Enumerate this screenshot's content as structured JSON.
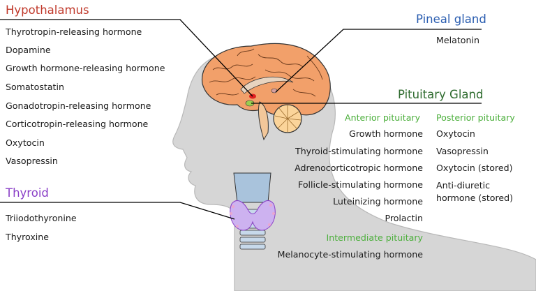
{
  "hypothalamus": {
    "title": "Hypothalamus",
    "color": "#c0392b",
    "hormones": [
      "Thyrotropin-releasing hormone",
      "Dopamine",
      "Growth hormone-releasing hormone",
      "Somatostatin",
      "Gonadotropin-releasing hormone",
      "Corticotropin-releasing hormone",
      "Oxytocin",
      "Vasopressin"
    ]
  },
  "pineal": {
    "title": "Pineal gland",
    "color": "#2a5db0",
    "hormones": [
      "Melatonin"
    ]
  },
  "pituitary": {
    "title": "Pituitary Gland",
    "color": "#2e6b2e",
    "anterior": {
      "title": "Anterior pituitary",
      "hormones": [
        "Growth hormone",
        "Thyroid-stimulating hormone",
        "Adrenocorticotropic hormone",
        "Follicle-stimulating hormone",
        "Luteinizing hormone",
        "Prolactin"
      ]
    },
    "posterior": {
      "title": "Posterior pituitary",
      "hormones": [
        "Oxytocin",
        "Vasopressin",
        "Oxytocin (stored)",
        "Anti-diuretic",
        "hormone (stored)"
      ]
    },
    "intermediate": {
      "title": "Intermediate pituitary",
      "hormones": [
        "Melanocyte-stimulating hormone"
      ]
    }
  },
  "thyroid": {
    "title": "Thyroid",
    "color": "#8a3fc7",
    "hormones": [
      "Triiodothyronine",
      "Thyroxine"
    ]
  },
  "colors": {
    "silhouette": "#d6d6d6",
    "brain": "#f2a06a",
    "cerebellum": "#fbd49a",
    "thyroid_gland": "#cdb2f0",
    "sub_heading": "#4caf3c"
  }
}
